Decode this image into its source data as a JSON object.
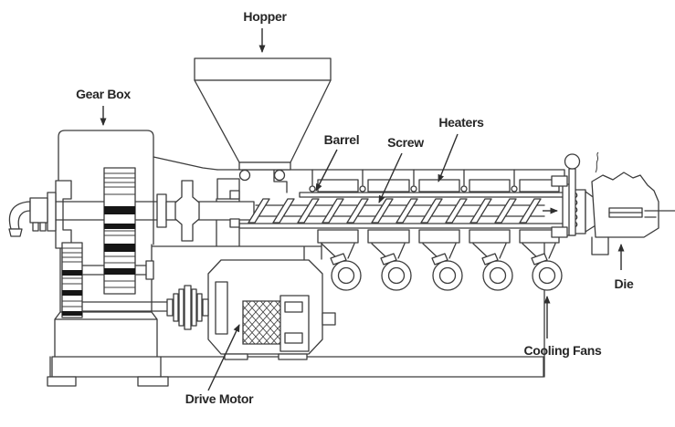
{
  "diagram": {
    "kind": "technical-line-diagram",
    "background_color": "#ffffff",
    "line_color": "#3c3c3c",
    "label_text_color": "#262626",
    "labels": {
      "hopper": "Hopper",
      "gear_box": "Gear Box",
      "barrel": "Barrel",
      "screw": "Screw",
      "heaters": "Heaters",
      "die": "Die",
      "cooling_fans": "Cooling Fans",
      "drive_motor": "Drive Motor"
    },
    "counts": {
      "heater_bands_top_row": 5,
      "heater_bands_bottom_row": 5,
      "cooling_fans": 5,
      "screw_flights": 12
    }
  }
}
